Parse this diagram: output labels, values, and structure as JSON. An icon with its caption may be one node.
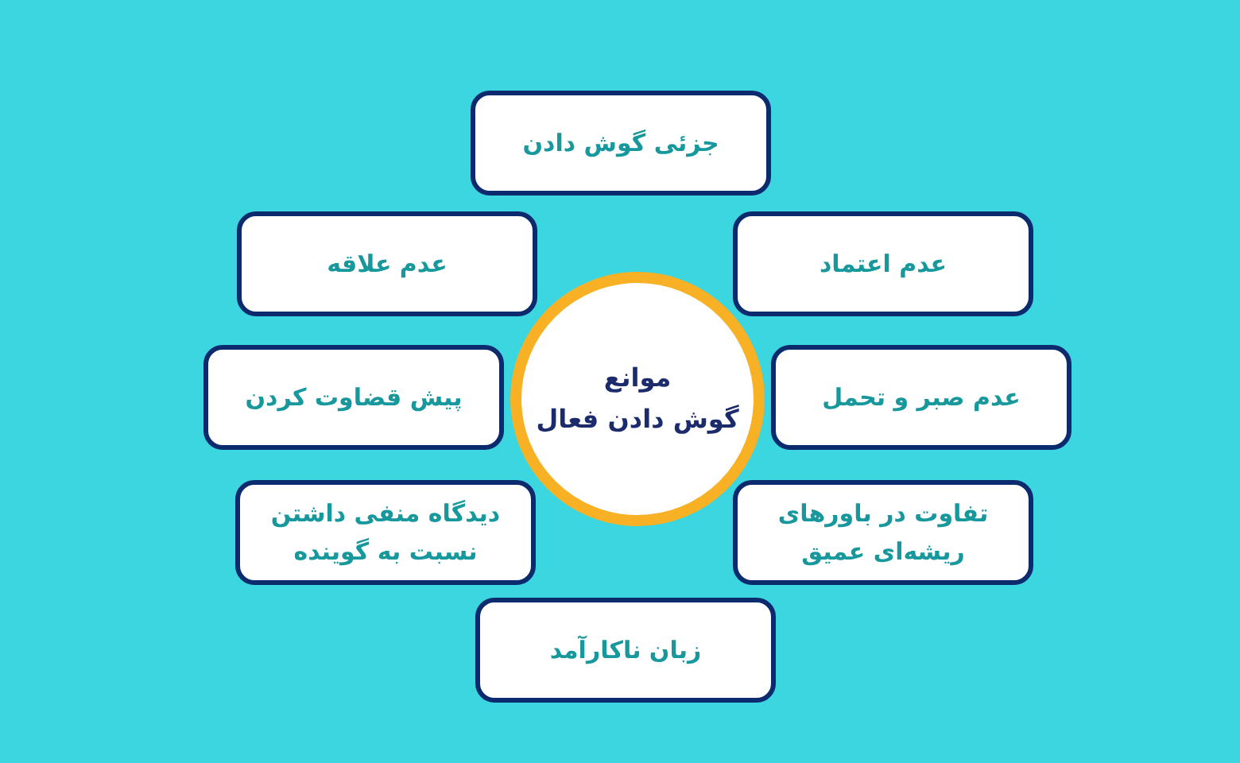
{
  "diagram": {
    "nodes": [
      {
        "text": [
          "موانع",
          "گوش دادن فعال"
        ]
      },
      {
        "text": [
          "جزئی گوش دادن"
        ]
      },
      {
        "text": [
          "عدم اعتماد"
        ]
      },
      {
        "text": [
          "عدم علاقه"
        ]
      },
      {
        "text": [
          "عدم صبر و تحمل"
        ]
      },
      {
        "text": [
          "پیش قضاوت کردن"
        ]
      },
      {
        "text": [
          "تفاوت در باورهای ریشه‌ای عمیق"
        ]
      },
      {
        "text": [
          "دیدگاه منفی داشتن نسبت به گوینده"
        ]
      },
      {
        "text": [
          "زبان ناکارآمد"
        ]
      }
    ]
  }
}
